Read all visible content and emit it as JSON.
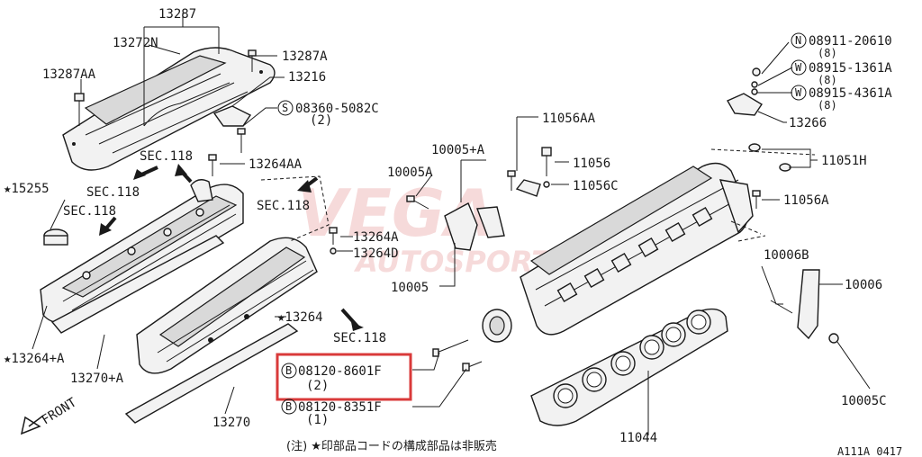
{
  "watermark": {
    "brand": "VEGA",
    "sub": "AUTOSPORTS",
    "color": "#cc2222"
  },
  "highlight": {
    "color": "#d93a3a"
  },
  "labels": {
    "p13287": "13287",
    "p13272N": "13272N",
    "p13287A": "13287A",
    "p13287AA": "13287AA",
    "p13216": "13216",
    "p08360_letter": "S",
    "p08360": "08360-5082C",
    "p08360_qty": "(2)",
    "sec118_a": "SEC.118",
    "sec118_b": "SEC.118",
    "sec118_c": "SEC.118",
    "sec118_d": "SEC.118",
    "sec118_e": "SEC.118",
    "p13264AA": "13264AA",
    "p15255": "★15255",
    "p13264A": "13264A",
    "p13264D": "13264D",
    "p13264": "★13264",
    "p13264plusA": "★13264+A",
    "p13270plusA": "13270+A",
    "p13270": "13270",
    "front": "FRONT",
    "p10005plusA": "10005+A",
    "p10005A": "10005A",
    "p10005": "10005",
    "p11056AA": "11056AA",
    "p11056": "11056",
    "p11056C": "11056C",
    "p08120_8601_letter": "B",
    "p08120_8601": "08120-8601F",
    "p08120_8601_qty": "(2)",
    "p08120_8351_letter": "B",
    "p08120_8351": "08120-8351F",
    "p08120_8351_qty": "(1)",
    "p11044": "11044",
    "p08911_letter": "N",
    "p08911": "08911-20610",
    "p08911_qty": "(8)",
    "p08915_1361_letter": "W",
    "p08915_1361": "08915-1361A",
    "p08915_1361_qty": "(8)",
    "p08915_4361_letter": "W",
    "p08915_4361": "08915-4361A",
    "p08915_4361_qty": "(8)",
    "p13266": "13266",
    "p11051H": "11051H",
    "p11056A": "11056A",
    "p10006B": "10006B",
    "p10006": "10006",
    "p10005C": "10005C",
    "footnote": "(注) ★印部品コードの構成部品は非販売",
    "diagram_code": "A111A 0417"
  }
}
